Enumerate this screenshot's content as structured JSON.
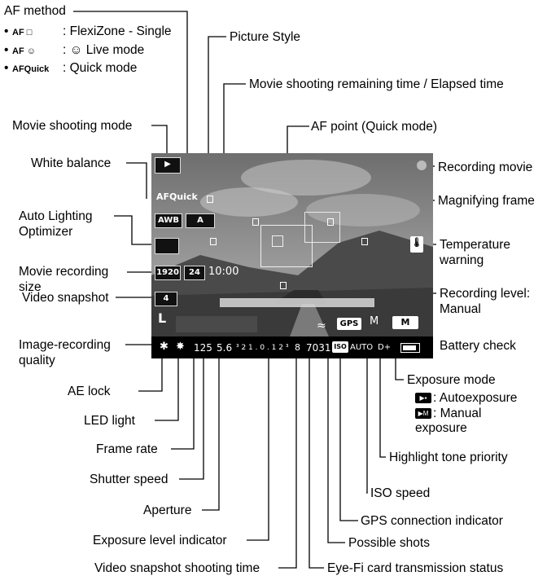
{
  "af_method": {
    "title": "AF method",
    "items": [
      {
        "code": "AF □",
        "desc": ": FlexiZone - Single"
      },
      {
        "code": "AF ☺",
        "desc": ": ☺ Live mode"
      },
      {
        "code": "AFQuick",
        "desc": ": Quick mode"
      }
    ]
  },
  "labels": {
    "picture_style": "Picture Style",
    "movie_time": "Movie shooting remaining time / Elapsed time",
    "af_point": "AF point (Quick mode)",
    "movie_mode": "Movie shooting mode",
    "recording_movie": "Recording movie",
    "white_balance": "White balance",
    "magnifying_frame": "Magnifying frame",
    "alo": "Auto Lighting Optimizer",
    "temperature": "Temperature warning",
    "rec_size": "Movie recording size",
    "rec_level": "Recording level: Manual",
    "video_snapshot": "Video snapshot",
    "quality": "Image-recording quality",
    "battery": "Battery check",
    "ae_lock": "AE lock",
    "exposure_mode": "Exposure mode",
    "auto_exposure": ": Autoexposure",
    "manual_exposure": ": Manual exposure",
    "led": "LED light",
    "frame_rate": "Frame rate",
    "highlight": "Highlight tone priority",
    "shutter": "Shutter speed",
    "iso": "ISO speed",
    "aperture": "Aperture",
    "gps": "GPS connection indicator",
    "exposure_level": "Exposure level indicator",
    "possible_shots": "Possible shots",
    "snapshot_time": "Video snapshot shooting time",
    "eyefi": "Eye-Fi card transmission status"
  },
  "screen": {
    "af_quick": "AFQuick",
    "awb": "AWB",
    "picture_style": "A",
    "size": "1920",
    "fps": "24",
    "time": "10:00",
    "snapshot": "4",
    "quality": "L",
    "ae_lock": "✱",
    "led": "✸",
    "shutter": "125",
    "aperture": "5.6",
    "exposure_scale": "³ 2 1 . 0 . 1 2 ³",
    "snapshot_mark": "8",
    "shots": "7031",
    "iso_label": "ISO",
    "iso_value": "AUTO",
    "d_plus": "D+",
    "gps": "GPS",
    "rec_level": "M",
    "exposure_mode": "M",
    "movie_icon": "▶",
    "temp_icon": "🌡"
  },
  "legend_icons": {
    "auto": "▶▪",
    "manual": "▶M"
  }
}
